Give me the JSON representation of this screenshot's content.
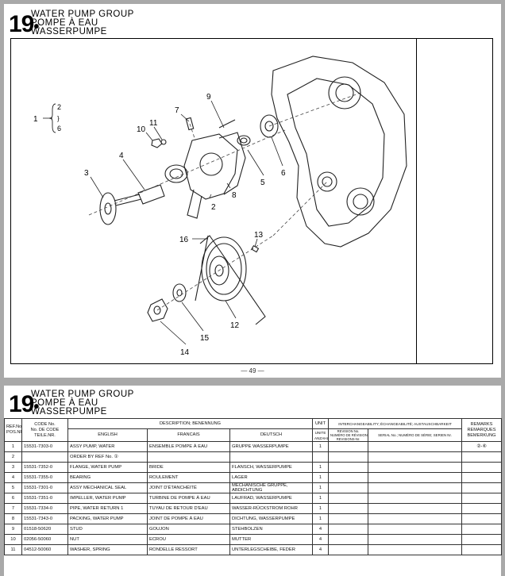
{
  "section_number": "19",
  "titles": {
    "en": "WATER PUMP GROUP",
    "fr": "POMPE À EAU",
    "de": "WASSERPUMPE"
  },
  "page_number": "— 49 —",
  "diagram": {
    "callouts": [
      "1",
      "2",
      "3",
      "4",
      "5",
      "6",
      "7",
      "8",
      "9",
      "10",
      "11",
      "12",
      "13",
      "14",
      "15",
      "16"
    ],
    "bracket_items": [
      "2",
      "}",
      "6"
    ]
  },
  "table": {
    "headers": {
      "ref_no": "REF.No",
      "pos_nr": "POS.NR",
      "code_no": "CODE No.",
      "no_de_code": "No. DE CODE",
      "teile_nr": "TEILE.NR.",
      "description": "DESCRIPTION; BENENNUNG",
      "english": "ENGLISH",
      "francais": "FRANCAIS",
      "deutsch": "DEUTSCH",
      "unit": "UNIT",
      "unite": "UNITE",
      "anzahl": "ANZAHL",
      "interchange": "INTERCHANGEABILITY; ÉCHANGEABILITÉ; AUSTAUSCHBARKEIT",
      "revision": "REVISION No.",
      "numero_revision": "NUMÉRO DE RÉVISION",
      "revisions_nr": "REVISIONS-Nr.",
      "serial": "SERIAL No.; NUMÉRO DE SÉRIE; SERIEN Nr.",
      "remarks": "REMARKS",
      "remarques": "REMARQUES",
      "bemerkung": "BEMERKUNG"
    },
    "rows": [
      {
        "ref": "1",
        "code": "15531-7303-0",
        "en": "ASSY PUMP, WATER",
        "fr": "ENSEMBLE POMPE À EAU",
        "de": "GRUPPE WASSERPUMPE",
        "unit": "1",
        "remarks": "②-⑥"
      },
      {
        "ref": "2",
        "code": "",
        "en": "ORDER BY REF No. ①",
        "fr": "",
        "de": "",
        "unit": "",
        "remarks": ""
      },
      {
        "ref": "3",
        "code": "15531-7352-0",
        "en": "FLANGE, WATER PUMP",
        "fr": "BRIDE",
        "de": "FLANSCH, WASSERPUMPE",
        "unit": "1",
        "remarks": ""
      },
      {
        "ref": "4",
        "code": "15531-7355-0",
        "en": "BEARING",
        "fr": "ROULEMENT",
        "de": "LAGER",
        "unit": "1",
        "remarks": ""
      },
      {
        "ref": "5",
        "code": "15531-7301-0",
        "en": "ASSY MECHANICAL SEAL",
        "fr": "JOINT D'ÉTANCHÉITÉ",
        "de": "MECHANISCHE GRUPPE, ABDICHTUNG",
        "unit": "1",
        "remarks": ""
      },
      {
        "ref": "6",
        "code": "15531-7351-0",
        "en": "IMPELLER, WATER PUMP",
        "fr": "TURBINE DE POMPE À EAU",
        "de": "LAUFRAD, WASSERPUMPE",
        "unit": "1",
        "remarks": ""
      },
      {
        "ref": "7",
        "code": "15531-7334-0",
        "en": "PIPE, WATER RETURN 1",
        "fr": "TUYAU DE RETOUR D'EAU",
        "de": "WASSER-RÜCKSTROM ROHR",
        "unit": "1",
        "remarks": ""
      },
      {
        "ref": "8",
        "code": "15531-7343-0",
        "en": "PACKING, WATER PUMP",
        "fr": "JOINT DE POMPE À EAU",
        "de": "DICHTUNG, WASSERPUMPE",
        "unit": "1",
        "remarks": ""
      },
      {
        "ref": "9",
        "code": "01518-50620",
        "en": "STUD",
        "fr": "GOUJON",
        "de": "STEHBOLZEN",
        "unit": "4",
        "remarks": ""
      },
      {
        "ref": "10",
        "code": "02056-50060",
        "en": "NUT",
        "fr": "ECROU",
        "de": "MUTTER",
        "unit": "4",
        "remarks": ""
      },
      {
        "ref": "11",
        "code": "04512-50060",
        "en": "WASHER, SPRING",
        "fr": "RONDELLE RESSORT",
        "de": "UNTERLEGSCHEIBE, FEDER",
        "unit": "4",
        "remarks": ""
      }
    ]
  }
}
